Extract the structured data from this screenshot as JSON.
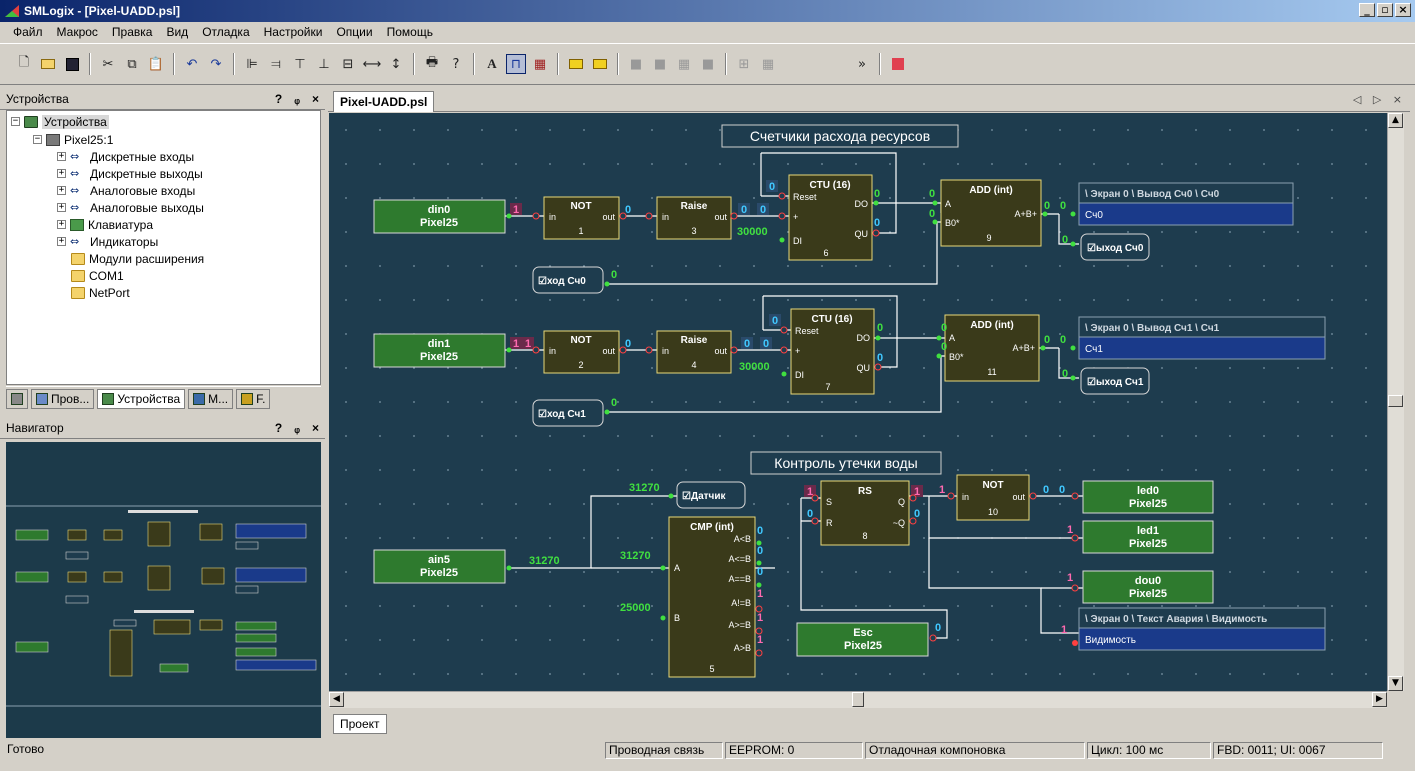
{
  "window": {
    "title": "SMLogix - [Pixel-UADD.psl]",
    "min": "_",
    "max": "▫",
    "close": "×"
  },
  "menu": [
    "Файл",
    "Макрос",
    "Правка",
    "Вид",
    "Отладка",
    "Настройки",
    "Опции",
    "Помощь"
  ],
  "devices_panel": {
    "title": "Устройства",
    "help": "?",
    "pin": "ᵩ",
    "close": "×",
    "tree": [
      {
        "label": "Устройства",
        "icon": "folder-icon",
        "level": 0,
        "expander": "−",
        "selected": true
      },
      {
        "label": "Pixel25:1",
        "icon": "device-icon",
        "level": 1,
        "expander": "−"
      },
      {
        "label": "Дискретные входы",
        "icon": "io-icon",
        "level": 2,
        "expander": "+"
      },
      {
        "label": "Дискретные выходы",
        "icon": "io-icon",
        "level": 2,
        "expander": "+"
      },
      {
        "label": "Аналоговые входы",
        "icon": "io-icon",
        "level": 2,
        "expander": "+"
      },
      {
        "label": "Аналоговые выходы",
        "icon": "io-icon",
        "level": 2,
        "expander": "+"
      },
      {
        "label": "Клавиатура",
        "icon": "keyboard-icon",
        "level": 2,
        "expander": "+"
      },
      {
        "label": "Индикаторы",
        "icon": "io-icon",
        "level": 2,
        "expander": "+"
      },
      {
        "label": "Модули расширения",
        "icon": "folder-icon",
        "level": 2,
        "expander": ""
      },
      {
        "label": "COM1",
        "icon": "folder-icon",
        "level": 2,
        "expander": ""
      },
      {
        "label": "NetPort",
        "icon": "folder-icon",
        "level": 2,
        "expander": ""
      }
    ],
    "tabs": [
      {
        "label": "",
        "icon": "tree-icon"
      },
      {
        "label": "Пров...",
        "icon": "project-icon"
      },
      {
        "label": "Устройства",
        "icon": "devices-icon",
        "active": true
      },
      {
        "label": "М...",
        "icon": "macro-icon"
      },
      {
        "label": "F.",
        "icon": "function-icon"
      }
    ]
  },
  "navigator_panel": {
    "title": "Навигатор",
    "help": "?",
    "pin": "ᵩ",
    "close": "×"
  },
  "document": {
    "tab": "Pixel-UADD.psl",
    "nav": "◁ ▷ ×"
  },
  "diagram": {
    "section1_title": "Счетчики расхода ресурсов",
    "section2_title": "Контроль утечки воды",
    "blocks": {
      "din0": {
        "line1": "din0",
        "line2": "Pixel25"
      },
      "din1": {
        "line1": "din1",
        "line2": "Pixel25"
      },
      "ain5": {
        "line1": "ain5",
        "line2": "Pixel25"
      },
      "esc": {
        "line1": "Esc",
        "line2": "Pixel25"
      },
      "led0": {
        "line1": "led0",
        "line2": "Pixel25"
      },
      "led1": {
        "line1": "led1",
        "line2": "Pixel25"
      },
      "dou0": {
        "line1": "dou0",
        "line2": "Pixel25"
      },
      "not1": {
        "title": "NOT",
        "in": "in",
        "out": "out",
        "num": "1"
      },
      "not2": {
        "title": "NOT",
        "in": "in",
        "out": "out",
        "num": "2"
      },
      "not10": {
        "title": "NOT",
        "in": "in",
        "out": "out",
        "num": "10"
      },
      "raise3": {
        "title": "Raise",
        "in": "in",
        "out": "out",
        "num": "3"
      },
      "raise4": {
        "title": "Raise",
        "in": "in",
        "out": "out",
        "num": "4"
      },
      "ctu6": {
        "title": "CTU (16)",
        "reset": "Reset",
        "plus": "+",
        "di": "DI",
        "do": "DO",
        "qu": "QU",
        "num": "6"
      },
      "ctu7": {
        "title": "CTU (16)",
        "reset": "Reset",
        "plus": "+",
        "di": "DI",
        "do": "DO",
        "qu": "QU",
        "num": "7"
      },
      "add9": {
        "title": "ADD (int)",
        "a": "A",
        "b": "B0*",
        "out": "A+B+",
        "num": "9"
      },
      "add11": {
        "title": "ADD (int)",
        "a": "A",
        "b": "B0*",
        "out": "A+B+",
        "num": "11"
      },
      "rs8": {
        "title": "RS",
        "s": "S",
        "r": "R",
        "q": "Q",
        "nq": "~Q",
        "num": "8"
      },
      "cmp5": {
        "title": "CMP (int)",
        "a": "A",
        "b": "B",
        "o1": "A<B",
        "o2": "A<=B",
        "o3": "A==B",
        "o4": "A!=B",
        "o5": "A>=B",
        "o6": "A>B",
        "num": "5"
      }
    },
    "screens": {
      "s0": {
        "header": "\\ Экран 0 \\ Вывод Сч0 \\ Сч0",
        "value": "Сч0"
      },
      "s1": {
        "header": "\\ Экран 0 \\ Вывод Сч1 \\ Сч1",
        "value": "Сч1"
      },
      "s2": {
        "header": "\\ Экран 0 \\ Текст Авария \\ Видимость",
        "value": "Видимость"
      }
    },
    "tags": {
      "vyhod0": "☑ыход Сч0",
      "vyhod1": "☑ыход Сч1",
      "vhod0": "☑ход Сч0",
      "vhod1": "☑ход Сч1",
      "datchik": "☑Датчик"
    },
    "values": {
      "zero": "0",
      "one": "1",
      "v30000": "30000",
      "v31270": "31270",
      "v25000": "25000"
    }
  },
  "bottom_tab": "Проект",
  "status": {
    "ready": "Готово",
    "link": "Проводная связь",
    "eeprom": "EEPROM: 0",
    "layout": "Отладочная компоновка",
    "cycle": "Цикл: 100 мс",
    "counts": "FBD: 0011; UI: 0067"
  },
  "colors": {
    "canvas": "#1e3c4e",
    "block_fill": "#3a3a1a",
    "block_border": "#e8d878",
    "io_fill": "#2e7a2e",
    "screen_fill": "#1a3a8a",
    "wire": "#ffffff"
  }
}
